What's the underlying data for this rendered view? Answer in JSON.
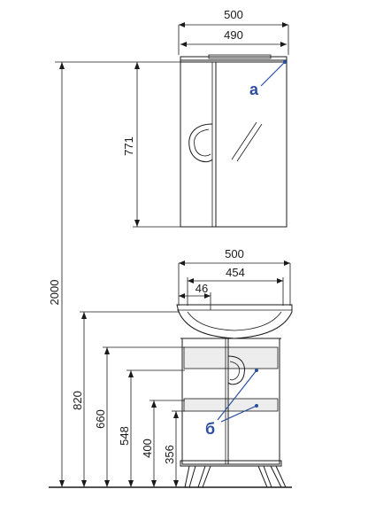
{
  "mirror_cabinet": {
    "width_total": "500",
    "width_inner": "490",
    "height": "771",
    "callout": "a"
  },
  "vanity": {
    "width_total": "500",
    "width_basin": "454",
    "offset": "46",
    "callout": "б"
  },
  "heights": {
    "overall": "2000",
    "h820": "820",
    "h660": "660",
    "h548": "548",
    "h400": "400",
    "h356": "356"
  },
  "colors": {
    "line": "#1a1a1a",
    "callout": "#2a4f9e"
  }
}
